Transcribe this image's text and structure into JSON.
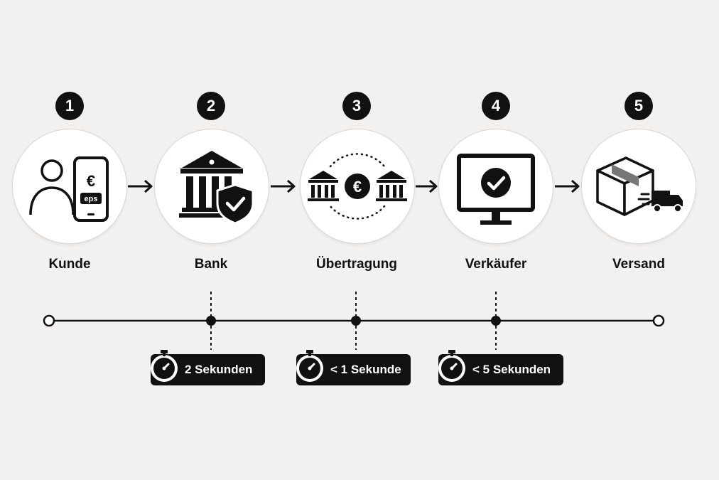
{
  "steps": [
    {
      "number": "1",
      "label": "Kunde",
      "icon": "customer-phone-icon",
      "phone_euro": "€",
      "phone_text": "eps"
    },
    {
      "number": "2",
      "label": "Bank",
      "icon": "bank-shield-icon"
    },
    {
      "number": "3",
      "label": "Übertragung",
      "icon": "bank-transfer-icon",
      "euro": "€"
    },
    {
      "number": "4",
      "label": "Verkäufer",
      "icon": "monitor-check-icon"
    },
    {
      "number": "5",
      "label": "Versand",
      "icon": "package-truck-icon"
    }
  ],
  "durations": [
    {
      "label": "2 Sekunden",
      "icon": "stopwatch-icon"
    },
    {
      "label": "< 1 Sekunde",
      "icon": "stopwatch-icon"
    },
    {
      "label": "< 5 Sekunden",
      "icon": "stopwatch-icon"
    }
  ],
  "colors": {
    "background": "#f3f1ef",
    "ink": "#111111",
    "circle": "#ffffff"
  }
}
